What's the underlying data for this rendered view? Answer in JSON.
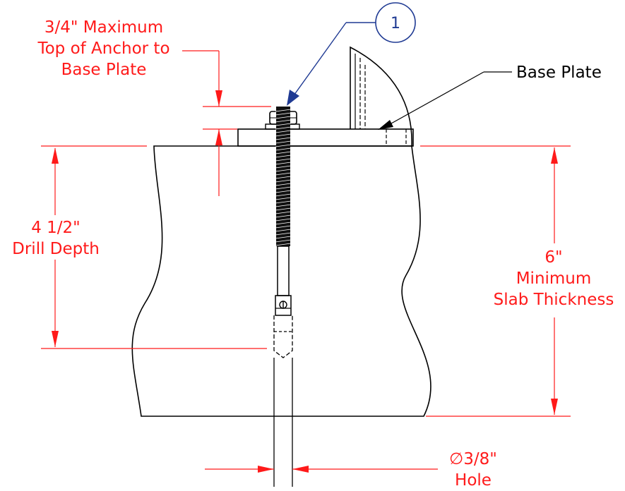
{
  "callout": {
    "number": "1"
  },
  "labels": {
    "top_anchor_line1": "3/4\" Maximum",
    "top_anchor_line2": "Top of Anchor to",
    "top_anchor_line3": "Base Plate",
    "base_plate": "Base Plate",
    "drill_depth_line1": "4 1/2\"",
    "drill_depth_line2": "Drill Depth",
    "slab_line1": "6\"",
    "slab_line2": "Minimum",
    "slab_line3": "Slab Thickness",
    "hole_symbol": "∅",
    "hole_line1": "3/8\"",
    "hole_line2": "Hole"
  },
  "colors": {
    "dimension": "#ff1a1a",
    "callout": "#1f3a93",
    "linework": "#000000"
  }
}
